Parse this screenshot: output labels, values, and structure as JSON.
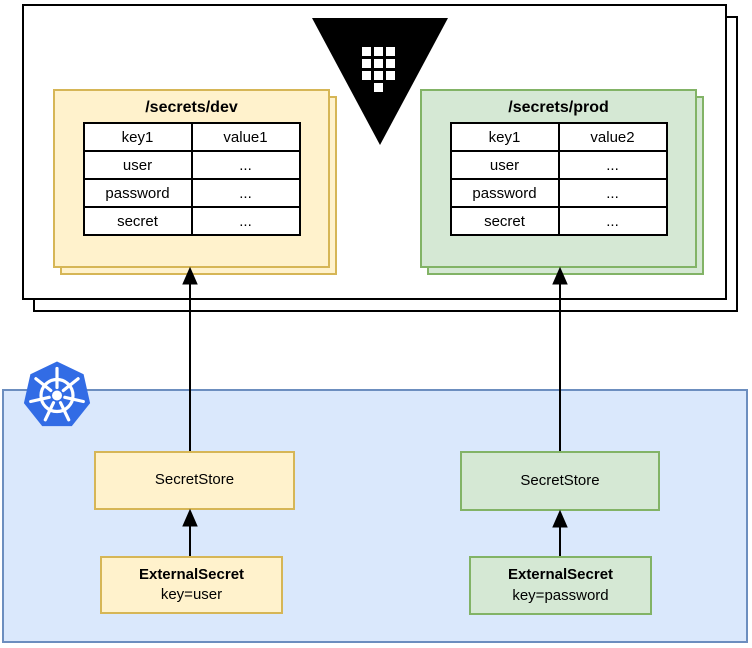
{
  "diagram": {
    "vault": {
      "logo": "vault-logo",
      "dev_card": {
        "title": "/secrets/dev",
        "rows": [
          [
            "key1",
            "value1"
          ],
          [
            "user",
            "..."
          ],
          [
            "password",
            "..."
          ],
          [
            "secret",
            "..."
          ]
        ]
      },
      "prod_card": {
        "title": "/secrets/prod",
        "rows": [
          [
            "key1",
            "value2"
          ],
          [
            "user",
            "..."
          ],
          [
            "password",
            "..."
          ],
          [
            "secret",
            "..."
          ]
        ]
      }
    },
    "kubernetes": {
      "logo": "kubernetes-logo",
      "dev": {
        "secret_store": "SecretStore",
        "external_secret": "ExternalSecret",
        "external_secret_key": "key=user"
      },
      "prod": {
        "secret_store": "SecretStore",
        "external_secret": "ExternalSecret",
        "external_secret_key": "key=password"
      }
    }
  },
  "colors": {
    "yellow_fill": "#FFF2CC",
    "yellow_border": "#D6B656",
    "green_fill": "#D5E8D4",
    "green_border": "#82B366",
    "blue_fill": "#DAE8FC",
    "blue_border": "#6C8EBF",
    "k8s_blue": "#326CE5",
    "vault_black": "#000000",
    "arrow_black": "#000000"
  }
}
